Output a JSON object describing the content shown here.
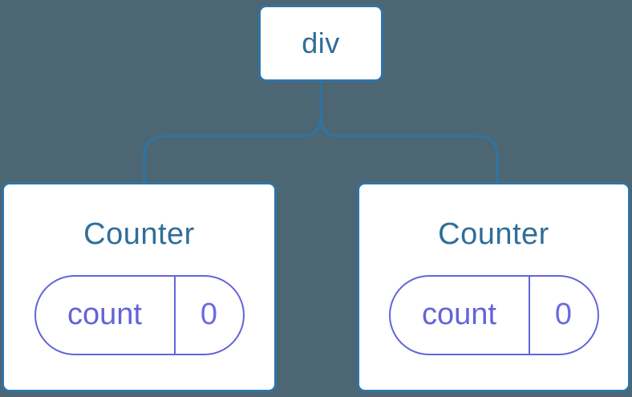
{
  "tree": {
    "root_label": "div",
    "children": [
      {
        "title": "Counter",
        "state_key": "count",
        "state_value": "0"
      },
      {
        "title": "Counter",
        "state_key": "count",
        "state_value": "0"
      }
    ]
  },
  "colors": {
    "background": "#4C6673",
    "connector_blue": "#2F74A5",
    "node_label_blue": "#2F6E99",
    "state_purple": "#6363DB",
    "node_background": "#FFFFFF"
  }
}
